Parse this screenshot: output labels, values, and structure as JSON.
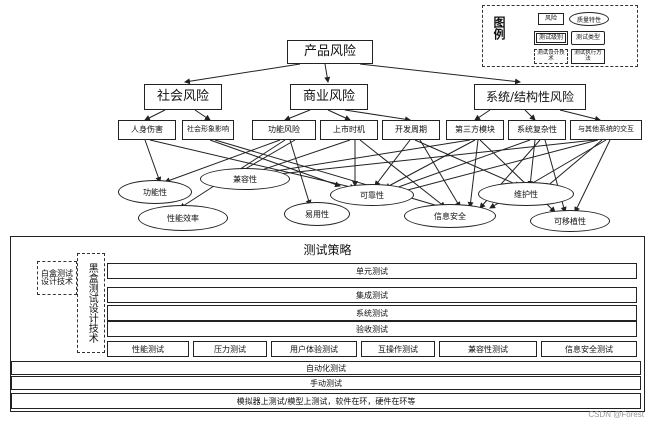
{
  "legend": {
    "title": "图例",
    "items": [
      "风险",
      "质量特性",
      "测试级别",
      "测试类型",
      "测试设计技术",
      "测试执行方法"
    ]
  },
  "top": "产品风险",
  "categories": [
    "社会风险",
    "商业风险",
    "系统/结构性风险"
  ],
  "risks": [
    "人身伤害",
    "社会形象影响",
    "功能风险",
    "上市时机",
    "开发周期",
    "第三方模块",
    "系统复杂性",
    "与其他系统的交互"
  ],
  "qualities": [
    "功能性",
    "兼容性",
    "可靠性",
    "维护性",
    "性能效率",
    "易用性",
    "信息安全",
    "可移植性"
  ],
  "strategy": {
    "title": "测试策略",
    "whitebox": "白盒测试设计技术",
    "blackbox": "黑盒测试设计技术",
    "levels": [
      "单元测试",
      "集成测试",
      "系统测试",
      "验收测试"
    ],
    "types": [
      "性能测试",
      "压力测试",
      "用户体验测试",
      "互操作测试",
      "兼容性测试",
      "信息安全测试"
    ],
    "methods": [
      "自动化测试",
      "手动测试",
      "模拟器上测试/模型上测试，软件在环，硬件在环等"
    ]
  },
  "watermark": "CSDN @Forest"
}
